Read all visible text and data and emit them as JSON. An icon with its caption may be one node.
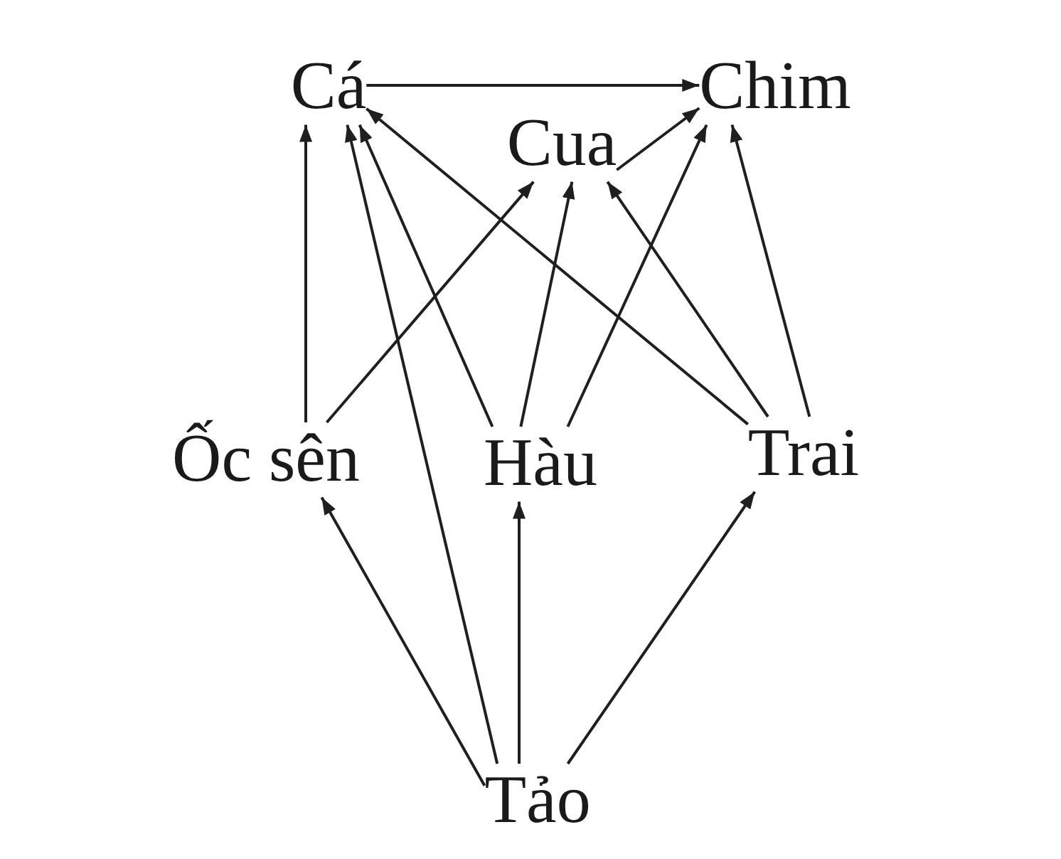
{
  "diagram": {
    "nodes": [
      {
        "text": [
          "Cá"
        ]
      },
      {
        "text": [
          "Chim"
        ]
      },
      {
        "text": [
          "Cua"
        ]
      },
      {
        "text": [
          "Ốc sên"
        ]
      },
      {
        "text": [
          "Hàu"
        ]
      },
      {
        "text": [
          "Trai"
        ]
      },
      {
        "text": [
          "Tảo"
        ]
      }
    ],
    "edges": [
      {
        "from": 0,
        "to": 1,
        "arrow": "to"
      },
      {
        "from": 2,
        "to": 1,
        "arrow": "to"
      },
      {
        "from": 3,
        "to": 0,
        "arrow": "to"
      },
      {
        "from": 3,
        "to": 2,
        "arrow": "to"
      },
      {
        "from": 4,
        "to": 0,
        "arrow": "to"
      },
      {
        "from": 4,
        "to": 2,
        "arrow": "to"
      },
      {
        "from": 4,
        "to": 1,
        "arrow": "to"
      },
      {
        "from": 5,
        "to": 0,
        "arrow": "to"
      },
      {
        "from": 5,
        "to": 2,
        "arrow": "to"
      },
      {
        "from": 5,
        "to": 1,
        "arrow": "to"
      },
      {
        "from": 6,
        "to": 3,
        "arrow": "to"
      },
      {
        "from": 6,
        "to": 0,
        "arrow": "to"
      },
      {
        "from": 6,
        "to": 4,
        "arrow": "to"
      },
      {
        "from": 6,
        "to": 5,
        "arrow": "to"
      }
    ]
  }
}
